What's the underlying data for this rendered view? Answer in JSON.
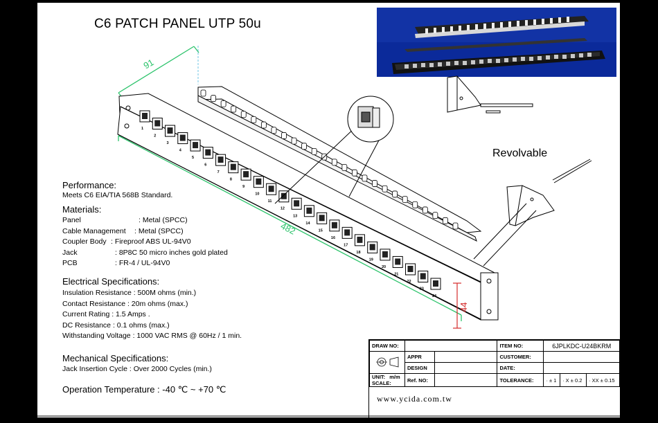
{
  "title": "C6 PATCH PANEL UTP 50u",
  "dimensions": {
    "depth": "91",
    "width": "482",
    "height": "44"
  },
  "port_numbers": [
    "1",
    "2",
    "3",
    "4",
    "5",
    "6",
    "7",
    "8",
    "9",
    "10",
    "11",
    "12",
    "13",
    "14",
    "15",
    "16",
    "17",
    "18",
    "19",
    "20",
    "21",
    "22",
    "23",
    "24"
  ],
  "revolvable_label": "Revolvable",
  "performance": {
    "heading": "Performance:",
    "text": "Meets C6 EIA/TIA 568B Standard."
  },
  "materials": {
    "heading": "Materials:",
    "rows": [
      {
        "key": "Panel",
        "value": ": Metal (SPCC)"
      },
      {
        "key": "Cable Management",
        "value": ": Metal (SPCC)"
      },
      {
        "key": "Coupler Body",
        "value": ": Fireproof ABS UL-94V0"
      },
      {
        "key": "Jack",
        "value": ": 8P8C 50 micro inches gold plated"
      },
      {
        "key": "PCB",
        "value": ": FR-4 / UL-94V0"
      }
    ]
  },
  "electrical": {
    "heading": "Electrical Specifications:",
    "lines": [
      "Insulation Resistance : 500M ohms (min.)",
      "Contact Resistance : 20m ohms (max.)",
      "Current Rating : 1.5 Amps .",
      "DC Resistance : 0.1 ohms (max.)",
      "Withstanding Voltage : 1000 VAC RMS @ 60Hz / 1 min."
    ]
  },
  "mechanical": {
    "heading": "Mechanical Specifications:",
    "text": "Jack Insertion Cycle : Over 2000 Cycles (min.)"
  },
  "operation": "Operation Temperature : -40 ℃ ~ +70 ℃",
  "title_block": {
    "draw_no": "DRAW NO:",
    "item_no": "ITEM NO:",
    "item_no_value": "6JPLKDC-U24BKRM",
    "appr": "APPR",
    "customer": "CUSTOMER:",
    "unit": "UNIT:",
    "unit_value": "m/m",
    "design": "DESIGN",
    "date": "DATE:",
    "scale": "SCALE:",
    "ref_no": "Ref. NO:",
    "tolerance": "TOLERANCE:",
    "tol1": "· ± 1",
    "tol2": "· X ± 0.2",
    "tol3": "· XX ± 0.15"
  },
  "website": "www.ycida.com.tw"
}
